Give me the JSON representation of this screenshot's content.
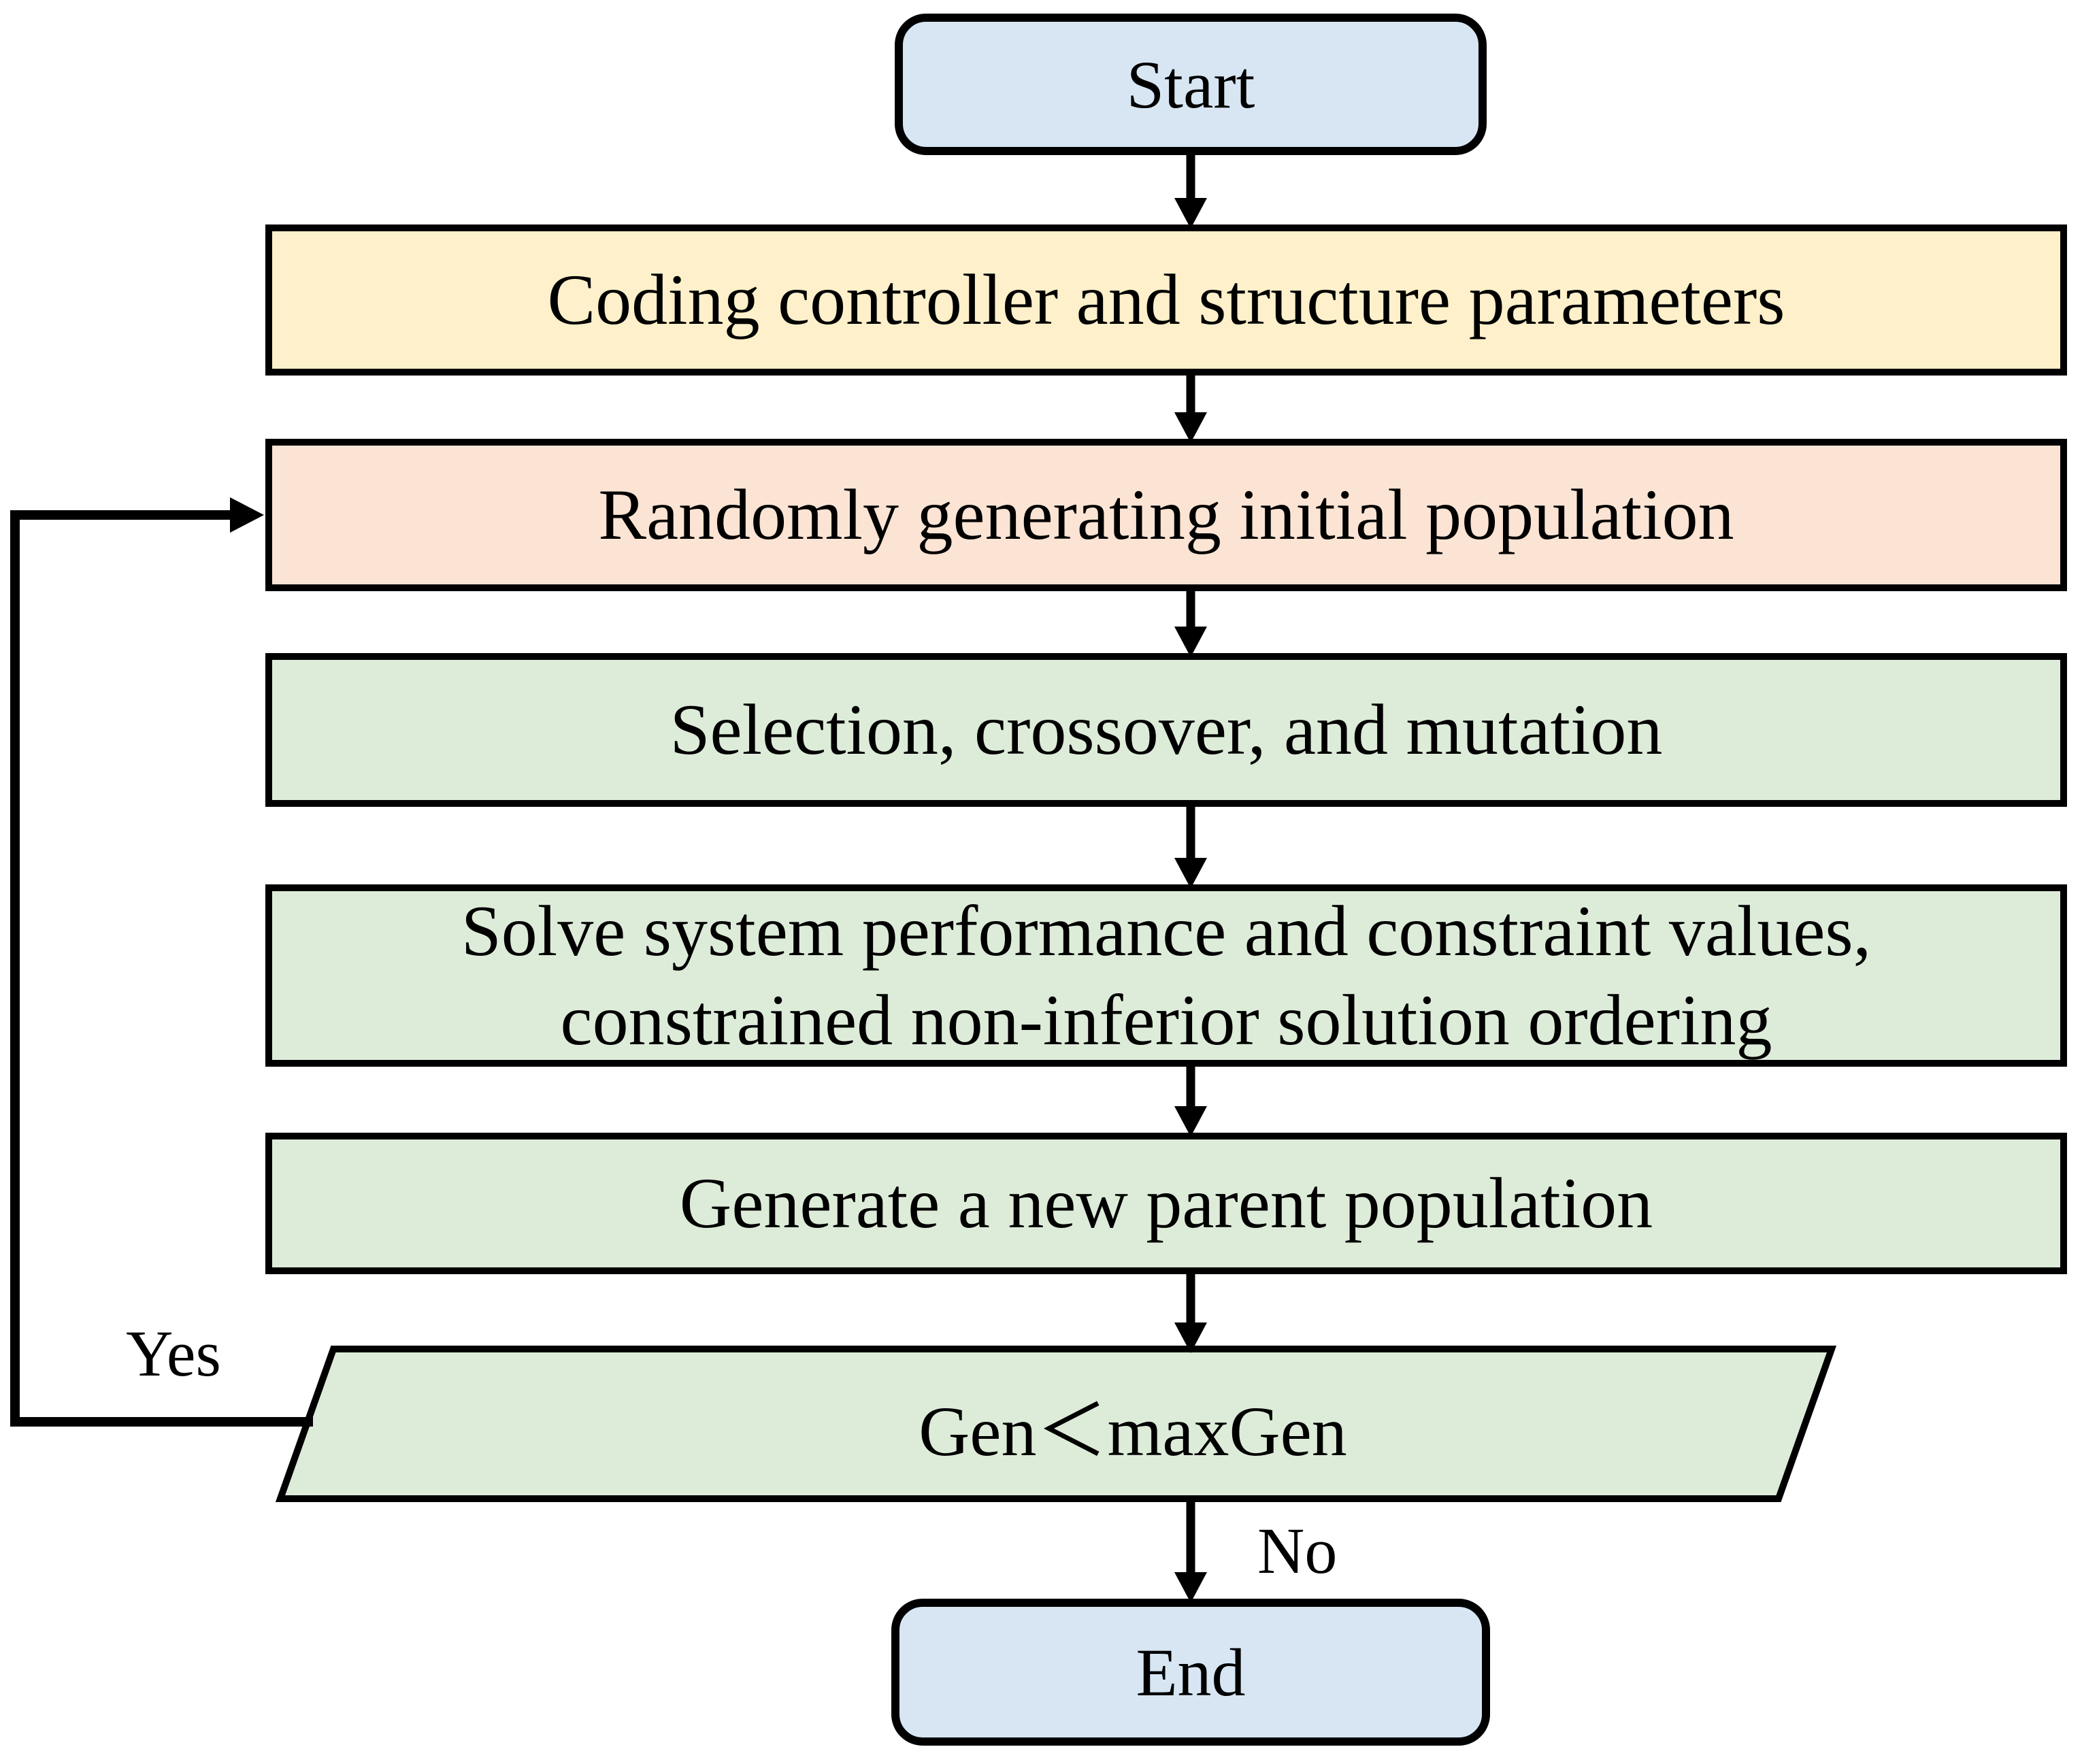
{
  "flowchart": {
    "nodes": {
      "start": {
        "label": "Start",
        "fill": "#d8e6f3"
      },
      "coding": {
        "label": "Coding controller and structure parameters",
        "fill": "#fdf0ca"
      },
      "random": {
        "label": "Randomly generating initial population",
        "fill": "#fbe4d4"
      },
      "select": {
        "label": "Selection, crossover, and mutation",
        "fill": "#ddecd9"
      },
      "solve": {
        "line1": "Solve system performance and constraint values,",
        "line2": "constrained non-inferior solution ordering",
        "fill": "#ddecd9"
      },
      "generate": {
        "label": "Generate a new parent population",
        "fill": "#ddecd9"
      },
      "decision": {
        "label": "Gen＜maxGen",
        "fill": "#ddecd9"
      },
      "end": {
        "label": "End",
        "fill": "#d8e6f3"
      }
    },
    "edge_labels": {
      "yes": "Yes",
      "no": "No"
    },
    "colors": {
      "node_border": "#000000",
      "connector": "#000000",
      "background": "#ffffff"
    }
  }
}
